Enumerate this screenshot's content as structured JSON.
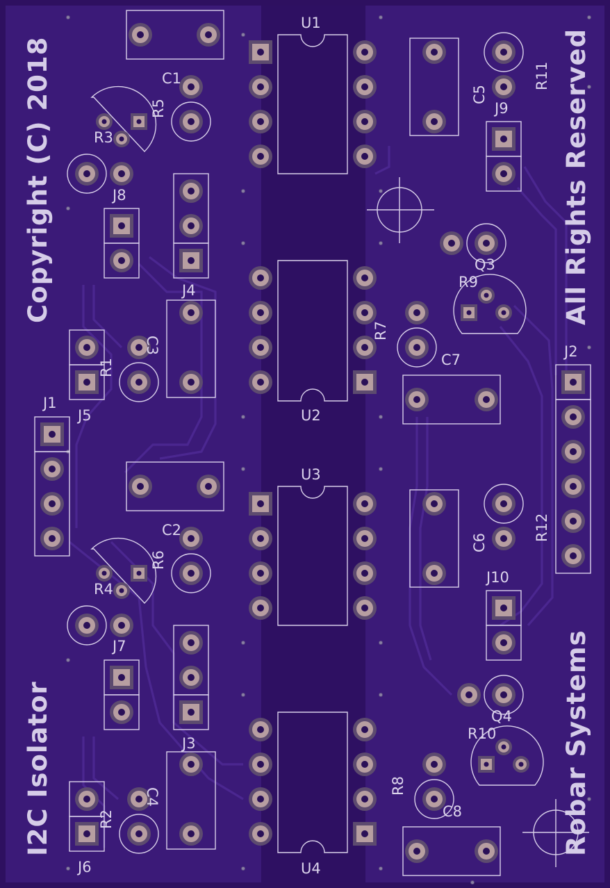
{
  "board": {
    "title_vertical_left": "I2C Isolator",
    "copyright_vertical_left": "Copyright (C) 2018",
    "rights_vertical_right": "All Rights Reserved",
    "company_vertical_right": "Robar Systems",
    "colors": {
      "background": "#3b1a78",
      "silkscreen": "#d9d0ea",
      "pad_copper": "#b79ea1",
      "pad_ring": "#5d4b6f",
      "trace": "#4b2790"
    }
  },
  "labels": {
    "U1": "U1",
    "U2": "U2",
    "U3": "U3",
    "U4": "U4",
    "C1": "C1",
    "C2": "C2",
    "C3": "C3",
    "C4": "C4",
    "C5": "C5",
    "C6": "C6",
    "C7": "C7",
    "C8": "C8",
    "R1": "R1",
    "R2": "R2",
    "R3": "R3",
    "R4": "R4",
    "R5": "R5",
    "R6": "R6",
    "R7": "R7",
    "R8": "R8",
    "R9": "R9",
    "R10": "R10",
    "R11": "R11",
    "R12": "R12",
    "J1": "J1",
    "J2": "J2",
    "J3": "J3",
    "J4": "J4",
    "J5": "J5",
    "J6": "J6",
    "J7": "J7",
    "J8": "J8",
    "J9": "J9",
    "J10": "J10",
    "Q3": "Q3",
    "Q4": "Q4"
  }
}
